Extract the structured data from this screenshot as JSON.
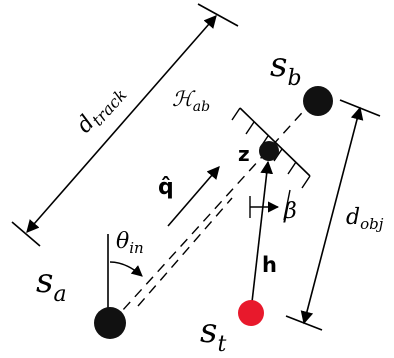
{
  "labels": {
    "d_track_base": "d",
    "d_track_sub": "track",
    "s_b_base": "s",
    "s_b_sub": "b",
    "h_ab_base": "ℋ",
    "h_ab_sub": "ab",
    "z": "z",
    "q_hat": "q̂",
    "beta": "β",
    "d_obj_base": "d",
    "d_obj_sub": "obj",
    "theta_base": "θ",
    "theta_sub": "in",
    "h_vec": "h",
    "s_a_base": "s",
    "s_a_sub": "a",
    "s_t_base": "s",
    "s_t_sub": "t"
  },
  "colors": {
    "ink": "#000000",
    "target": "#e8192c",
    "node": "#111111"
  }
}
